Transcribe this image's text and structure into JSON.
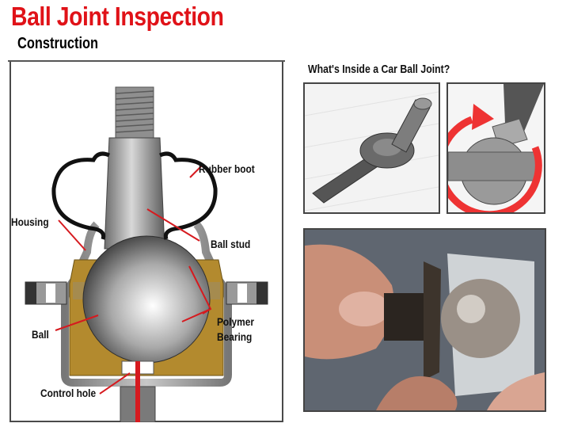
{
  "header": {
    "title": "Ball Joint Inspection",
    "subtitle": "Construction"
  },
  "diagram": {
    "labels": {
      "rubber_boot": "Rubber boot",
      "housing": "Housing",
      "ball_stud": "Ball stud",
      "polymer_bearing_line1": "Polymer",
      "polymer_bearing_line2": "Bearing",
      "ball": "Ball",
      "control_hole": "Control hole"
    },
    "colors": {
      "title_red": "#e01218",
      "leader_line_red": "#d61a1f",
      "bearing_brown": "#b38a2e",
      "housing_gray": "#8c8c8c",
      "boot_black": "#111111"
    }
  },
  "right_panel": {
    "title": "What's Inside a Car Ball Joint?",
    "images": [
      {
        "name": "3d-render-rod-end",
        "description": "3D render of rod end ball joint"
      },
      {
        "name": "3d-render-closeup-rotation",
        "description": "Close-up of ball with red rotation arrow"
      },
      {
        "name": "photo-disassembled-ball-joint",
        "description": "Photo of hands holding disassembled ball joint"
      }
    ]
  }
}
